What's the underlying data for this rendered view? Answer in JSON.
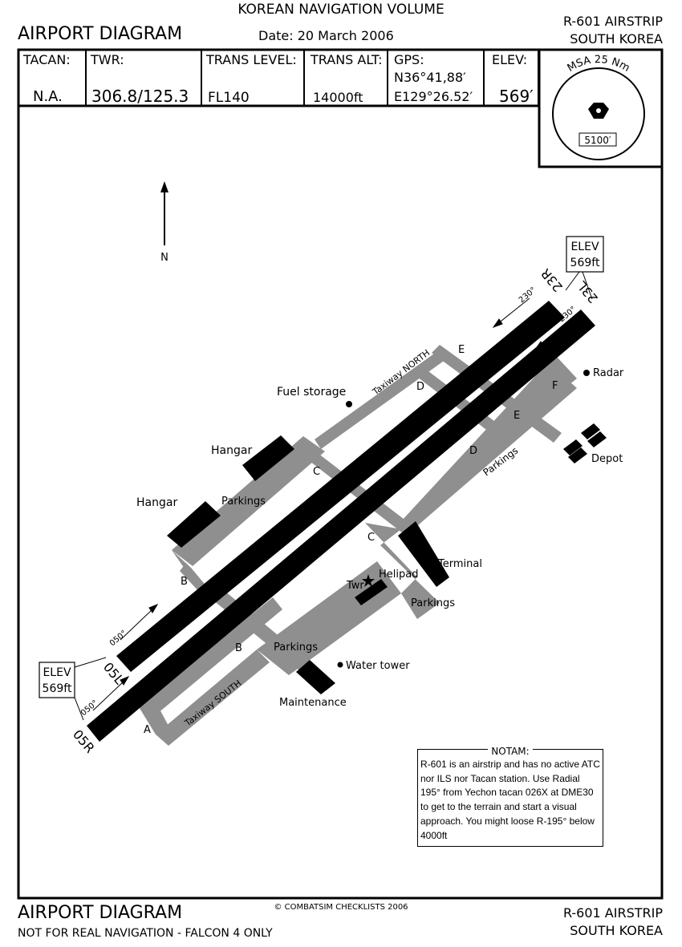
{
  "header": {
    "volume": "KOREAN NAVIGATION VOLUME",
    "title": "AIRPORT DIAGRAM",
    "date": "Date: 20 March 2006",
    "airstrip_line1": "R-601 AIRSTRIP",
    "airstrip_line2": "SOUTH KOREA"
  },
  "info_bar": {
    "tacan_label": "TACAN:",
    "tacan_value": "N.A.",
    "twr_label": "TWR:",
    "twr_value": "306.8/125.3",
    "trans_level_label": "TRANS LEVEL:",
    "trans_level_value": "FL140",
    "trans_alt_label": "TRANS ALT:",
    "trans_alt_value": "14000ft",
    "gps_label": "GPS:",
    "gps_lat": "N36°41,88′",
    "gps_lon": "E129°26.52′",
    "elev_label": "ELEV:",
    "elev_value": "569′"
  },
  "msa": {
    "label": "MSA 25 Nm",
    "altitude": "5100′"
  },
  "map": {
    "north": "N",
    "elev_box_line1": "ELEV",
    "elev_box_line2": "569ft",
    "runways": {
      "r05l": "05L",
      "r05r": "05R",
      "r23r": "23R",
      "r23l": "23L",
      "hdg050": "050°",
      "hdg230": "230°"
    },
    "taxiways": {
      "north": "Taxiway NORTH",
      "south": "Taxiway SOUTH",
      "a": "A",
      "b": "B",
      "c": "C",
      "d": "D",
      "e": "E",
      "f": "F"
    },
    "features": {
      "fuel": "Fuel storage",
      "hangar": "Hangar",
      "parkings": "Parkings",
      "radar": "Radar",
      "depot": "Depot",
      "terminal": "Terminal",
      "helipad": "Helipad",
      "twr": "Twr",
      "water_tower": "Water tower",
      "maintenance": "Maintenance"
    }
  },
  "notam": {
    "title": "NOTAM:",
    "text": "R-601 is an airstrip and has no active ATC nor ILS nor Tacan station. Use Radial 195° from Yechon tacan 026X at DME30 to get to the terrain and start a visual approach. You might loose R-195° below 4000ft"
  },
  "footer": {
    "title": "AIRPORT DIAGRAM",
    "disclaimer": "NOT FOR REAL NAVIGATION - FALCON 4 ONLY",
    "copyright": "© COMBATSIM CHECKLISTS 2006",
    "airstrip_line1": "R-601 AIRSTRIP",
    "airstrip_line2": "SOUTH KOREA"
  }
}
